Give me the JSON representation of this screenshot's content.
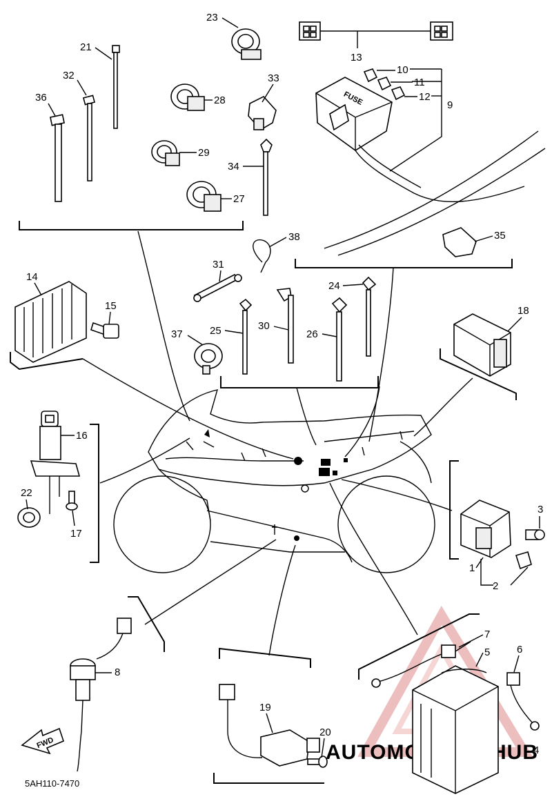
{
  "diagram": {
    "code": "5AH110-7470",
    "fwd_label": "FWD",
    "fuse_label": "FUSE",
    "watermark": {
      "part1": "AUTOMOTO",
      "part2": "HUB",
      "color_primary": "#e8b26a",
      "color_secondary": "#f2c9c9"
    },
    "labels": {
      "l1": "1",
      "l2": "2",
      "l3": "3",
      "l4": "4",
      "l5": "5",
      "l6": "6",
      "l7": "7",
      "l8": "8",
      "l9": "9",
      "l10": "10",
      "l11": "11",
      "l12": "12",
      "l13": "13",
      "l14": "14",
      "l15": "15",
      "l16": "16",
      "l17": "17",
      "l18": "18",
      "l19": "19",
      "l20": "20",
      "l21": "21",
      "l22": "22",
      "l23": "23",
      "l24": "24",
      "l25": "25",
      "l26": "26",
      "l27": "27",
      "l28": "28",
      "l29": "29",
      "l30": "30",
      "l31": "31",
      "l32": "32",
      "l33": "33",
      "l34": "34",
      "l35": "35",
      "l36": "36",
      "l37": "37",
      "l38": "38"
    }
  }
}
